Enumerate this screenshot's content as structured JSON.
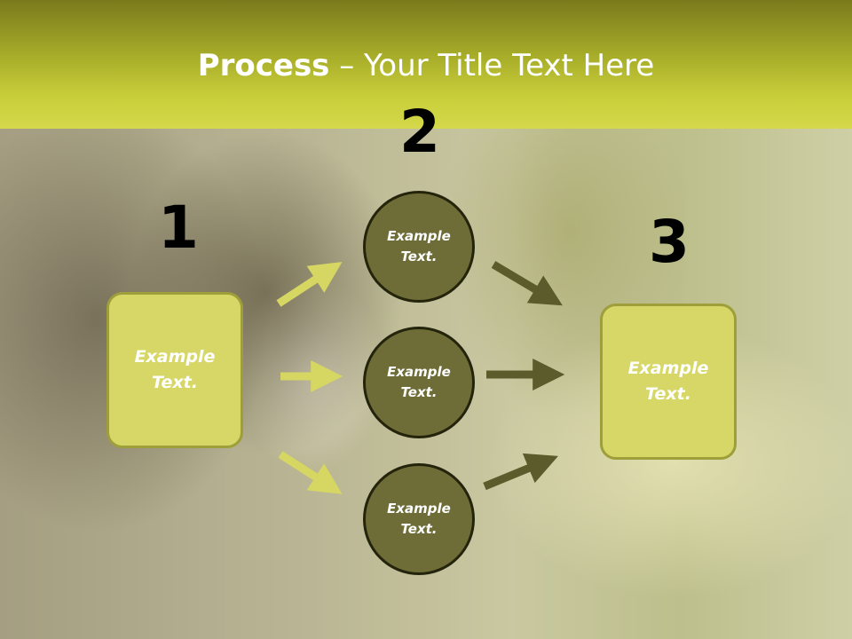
{
  "slide": {
    "title_bold": "Process",
    "title_rest": " – Your Title Text Here",
    "numbers": {
      "one": "1",
      "two": "2",
      "three": "3"
    },
    "left_box": {
      "text": "Example\nText."
    },
    "circles": [
      {
        "text": "Example\nText."
      },
      {
        "text": "Example\nText."
      },
      {
        "text": "Example\nText."
      }
    ],
    "right_box": {
      "text": "Example\nText."
    }
  },
  "colors": {
    "header_top": "#7a7a1c",
    "header_bottom": "#d4d84a",
    "box_fill": "#d7d768",
    "circle_fill": "#6e6d37",
    "arrow_light": "#d6d663",
    "arrow_dark": "#5c5b2c"
  }
}
